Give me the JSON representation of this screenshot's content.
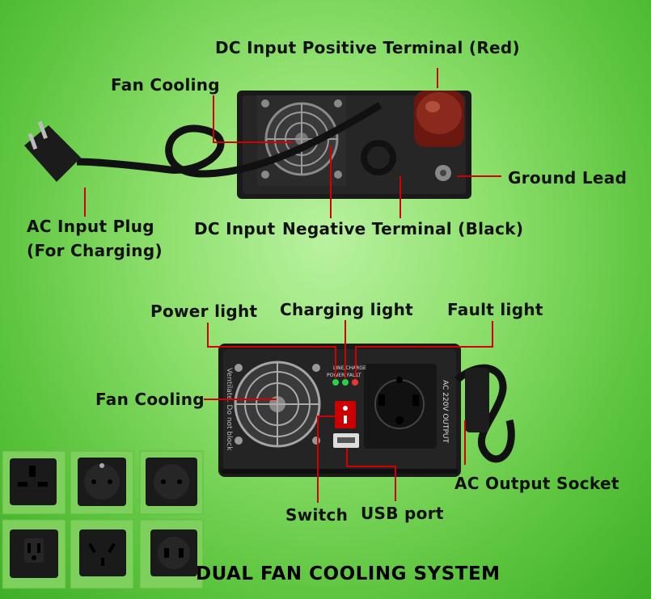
{
  "top_labels": {
    "dc_positive": "DC Input Positive Terminal (Red)",
    "fan_cooling": "Fan Cooling",
    "ground_lead": "Ground Lead",
    "ac_input_plug_1": "AC Input Plug",
    "ac_input_plug_2": "(For Charging)",
    "dc_input": "DC Input",
    "negative_terminal": "Negative Terminal (Black)"
  },
  "bottom_labels": {
    "power_light": "Power light",
    "charging_light": "Charging light",
    "fault_light": "Fault light",
    "fan_cooling": "Fan Cooling",
    "ac_output_socket": "AC Output Socket",
    "switch": "Switch",
    "usb_port": "USB port"
  },
  "device_text": {
    "ventilate": "Ventilate. Do not block",
    "line_charge": "LINE/CHARGE",
    "power": "POWER",
    "fault": "FAULT",
    "ac_output": "AC 220V OUTPUT"
  },
  "footer_title": "DUAL FAN COOLING SYSTEM",
  "colors": {
    "accent_line": "#d40000",
    "background": "#6fd24c"
  }
}
